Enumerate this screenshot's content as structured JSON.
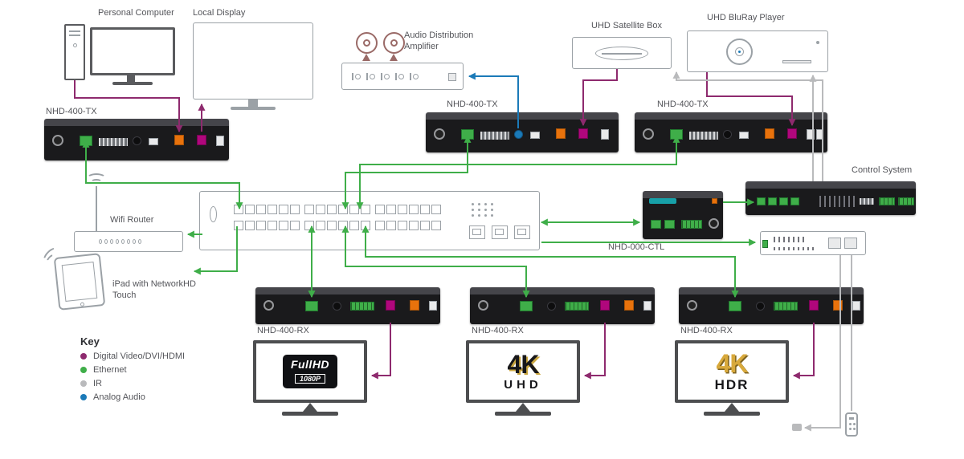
{
  "nodes": {
    "personal_computer": "Personal Computer",
    "local_display": "Local Display",
    "audio_amplifier": "Audio Distribution Amplifier",
    "uhd_satellite_box": "UHD Satellite Box",
    "uhd_bluray_player": "UHD BluRay Player",
    "control_system": "Control System",
    "wifi_router": "Wifi Router",
    "ipad": "iPad with NetworkHD Touch",
    "tx_label": "NHD-400-TX",
    "ctl_label": "NHD-000-CTL",
    "rx_label": "NHD-400-RX"
  },
  "screens": {
    "fullhd": {
      "line1": "FullHD",
      "line2": "1080P"
    },
    "uhd": {
      "line1": "4K",
      "line2": "UHD"
    },
    "hdr": {
      "line1": "4K",
      "line2": "HDR"
    }
  },
  "legend": {
    "title": "Key",
    "items": [
      {
        "label": "Digital Video/DVI/HDMI",
        "color": "#8e2a6e"
      },
      {
        "label": "Ethernet",
        "color": "#3fae49"
      },
      {
        "label": "IR",
        "color": "#b9babc"
      },
      {
        "label": "Analog Audio",
        "color": "#1b7ab8"
      }
    ]
  }
}
